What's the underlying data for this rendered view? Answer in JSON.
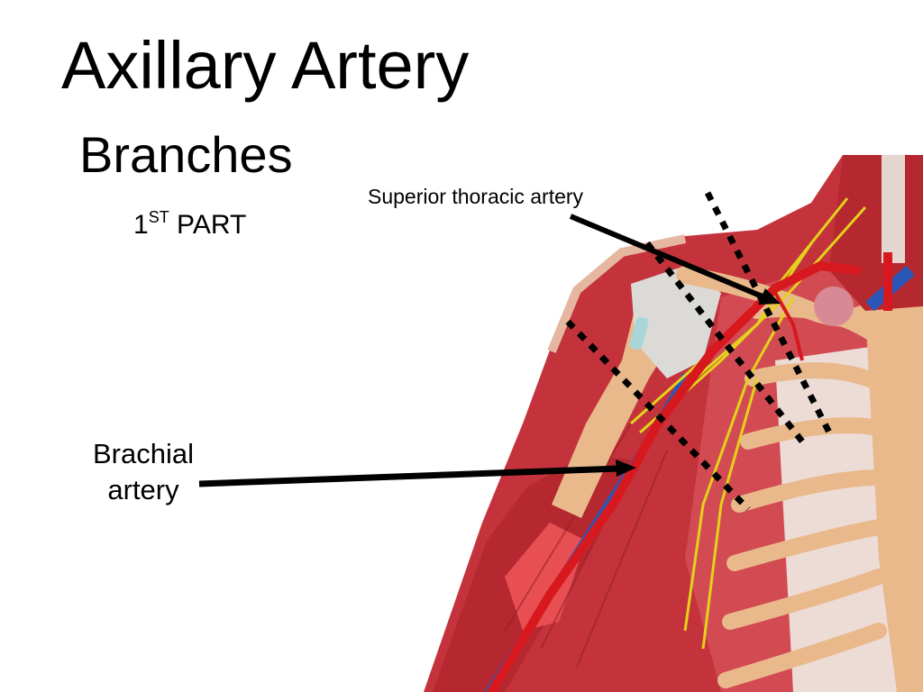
{
  "slide": {
    "title": "Axillary Artery",
    "subtitle": "Branches",
    "part_number": "1",
    "part_superscript": "ST",
    "part_text": "PART"
  },
  "labels": {
    "superior_thoracic": "Superior thoracic artery",
    "brachial_line1": "Brachial",
    "brachial_line2": "artery"
  },
  "colors": {
    "muscle": "#c4333b",
    "muscle_dark": "#8e1c22",
    "bone": "#e9b98c",
    "cartilage": "#eddcd6",
    "artery": "#d7191f",
    "vein": "#2b58b8",
    "nerve": "#e2d21c",
    "dotted_line": "#000000"
  }
}
